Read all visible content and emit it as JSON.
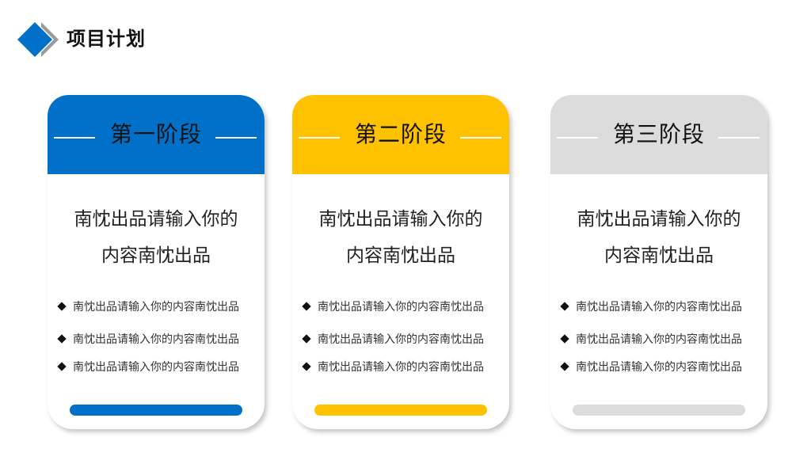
{
  "header": {
    "title": "项目计划",
    "logo_icon": "diamond-logo-icon"
  },
  "colors": {
    "blue": "#0070C8",
    "yellow": "#FFC200",
    "gray": "#DCDCDC"
  },
  "cards": [
    {
      "title": "第一阶段",
      "description": [
        "南忱出品请输入你的",
        "内容南忱出品"
      ],
      "bullets": [
        "南忱出品请输入你的内容南忱出品",
        "南忱出品请输入你的内容南忱出品",
        "南忱出品请输入你的内容南忱出品"
      ]
    },
    {
      "title": "第二阶段",
      "description": [
        "南忱出品请输入你的",
        "内容南忱出品"
      ],
      "bullets": [
        "南忱出品请输入你的内容南忱出品",
        "南忱出品请输入你的内容南忱出品",
        "南忱出品请输入你的内容南忱出品"
      ]
    },
    {
      "title": "第三阶段",
      "description": [
        "南忱出品请输入你的",
        "内容南忱出品"
      ],
      "bullets": [
        "南忱出品请输入你的内容南忱出品",
        "南忱出品请输入你的内容南忱出品",
        "南忱出品请输入你的内容南忱出品"
      ]
    }
  ]
}
